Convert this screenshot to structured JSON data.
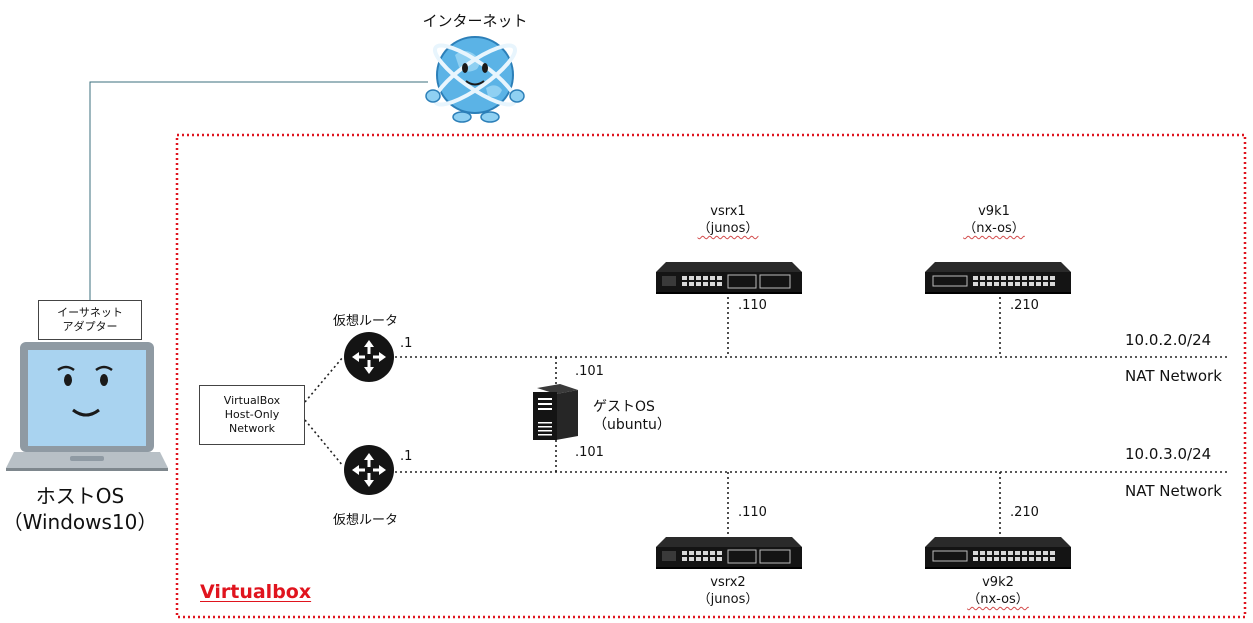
{
  "internet": {
    "label": "インターネット"
  },
  "host": {
    "adapter_line1": "イーサネット",
    "adapter_line2": "アダプター",
    "name_line1": "ホストOS",
    "name_line2": "（Windows10）"
  },
  "virtualbox": {
    "title": "Virtualbox",
    "hostonly_line1": "VirtualBox",
    "hostonly_line2": "Host-Only",
    "hostonly_line3": "Network"
  },
  "routers": {
    "r1_label": "仮想ルータ",
    "r1_ip": ".1",
    "r2_label": "仮想ルータ",
    "r2_ip": ".1"
  },
  "guest": {
    "name": "ゲストOS",
    "os": "（ubuntu）",
    "ip1": ".101",
    "ip2": ".101"
  },
  "networks": {
    "net1_cidr": "10.0.2.0/24",
    "net1_type": "NAT Network",
    "net2_cidr": "10.0.3.0/24",
    "net2_type": "NAT Network"
  },
  "devices": {
    "vsrx1_name": "vsrx1",
    "vsrx1_os": "（junos）",
    "vsrx1_ip": ".110",
    "v9k1_name": "v9k1",
    "v9k1_os": "（nx-os）",
    "v9k1_ip": ".210",
    "vsrx2_name": "vsrx2",
    "vsrx2_os": "（junos）",
    "vsrx2_ip": ".110",
    "v9k2_name": "v9k2",
    "v9k2_os": "（nx-os）",
    "v9k2_ip": ".210"
  },
  "colors": {
    "virtualbox_border": "#e0141e",
    "globe": "#5bb3e6",
    "laptop_screen": "#a9d3f0",
    "device_body": "#141414"
  }
}
